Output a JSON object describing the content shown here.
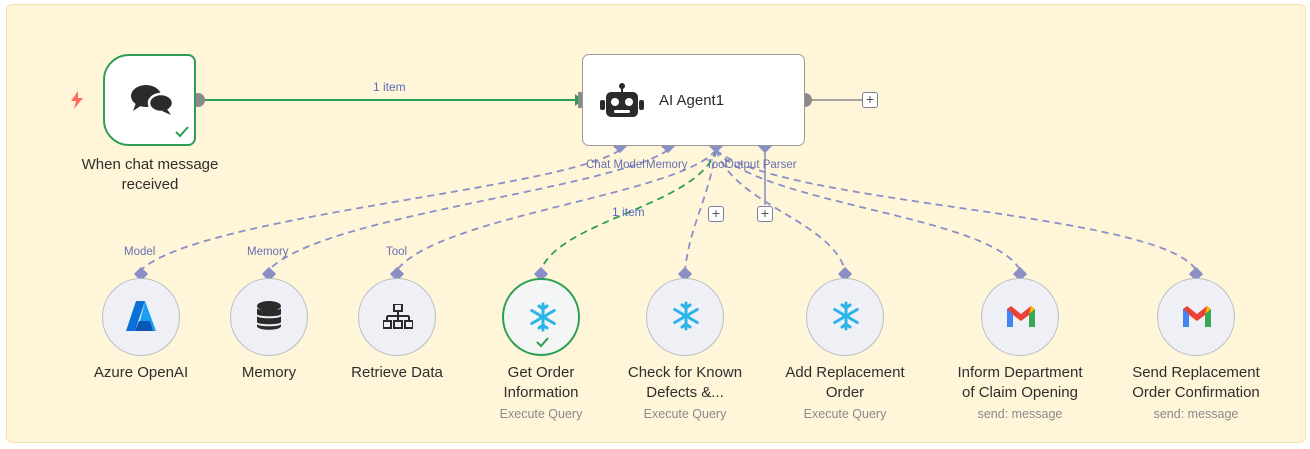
{
  "colors": {
    "sticky_bg": "#fff6d9",
    "success": "#2e9e55",
    "sub_port": "#8b8fc8",
    "snowflake": "#29b5e8",
    "azure": "#0a6fd6"
  },
  "trigger": {
    "label_line1": "When chat message",
    "label_line2": "received",
    "icon": "chat-bubbles-icon"
  },
  "main_edge": {
    "label": "1 item"
  },
  "agent": {
    "title": "AI Agent1",
    "icon": "robot-icon",
    "ports": {
      "chat_model": "Chat Model",
      "memory": "Memory",
      "tool": "Tool",
      "output_parser": "Output Parser"
    }
  },
  "tool_edge": {
    "label": "1 item"
  },
  "sub_nodes": [
    {
      "id": "azure",
      "label1": "Azure OpenAI",
      "label2": "",
      "sub": "",
      "port": "Model",
      "icon": "azure-icon"
    },
    {
      "id": "memory",
      "label1": "Memory",
      "label2": "",
      "sub": "",
      "port": "Memory",
      "icon": "database-icon"
    },
    {
      "id": "retrieve",
      "label1": "Retrieve Data",
      "label2": "",
      "sub": "",
      "port": "Tool",
      "icon": "sitemap-icon"
    },
    {
      "id": "get-order",
      "label1": "Get Order",
      "label2": "Information",
      "sub": "Execute Query",
      "port": "",
      "icon": "snowflake-icon"
    },
    {
      "id": "check-defects",
      "label1": "Check for Known",
      "label2": "Defects &...",
      "sub": "Execute Query",
      "port": "",
      "icon": "snowflake-icon"
    },
    {
      "id": "add-replacement",
      "label1": "Add Replacement",
      "label2": "Order",
      "sub": "Execute Query",
      "port": "",
      "icon": "snowflake-icon"
    },
    {
      "id": "inform-dept",
      "label1": "Inform Department",
      "label2": "of Claim Opening",
      "sub": "send: message",
      "port": "",
      "icon": "gmail-icon"
    },
    {
      "id": "send-confirm",
      "label1": "Send Replacement",
      "label2": "Order Confirmation",
      "sub": "send: message",
      "port": "",
      "icon": "gmail-icon"
    }
  ]
}
